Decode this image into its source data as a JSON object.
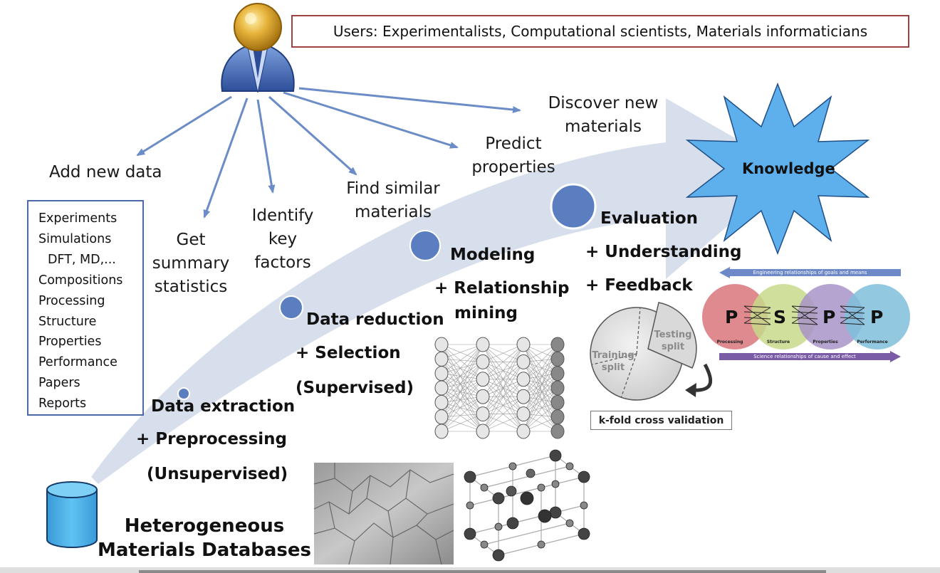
{
  "users_label": "Users: Experimentalists, Computational scientists, Materials informaticians",
  "knowledge": "Knowledge",
  "tasks": {
    "add_new_data": "Add new data",
    "summary_stats": [
      "Get",
      "summary",
      "statistics"
    ],
    "key_factors": [
      "Identify",
      "key",
      "factors"
    ],
    "similar_materials": [
      "Find similar",
      "materials"
    ],
    "predict_properties": [
      "Predict",
      "properties"
    ],
    "discover_materials": [
      "Discover new",
      "materials"
    ]
  },
  "data_sources": [
    "Experiments",
    "Simulations",
    "  DFT, MD,...",
    "Compositions",
    "Processing",
    "Structure",
    "Properties",
    "Performance",
    "Papers",
    "Reports"
  ],
  "stages": {
    "extraction": [
      "Data extraction",
      "+ Preprocessing",
      "(Unsupervised)"
    ],
    "reduction": [
      "Data reduction",
      "+ Selection",
      "(Supervised)"
    ],
    "modeling": [
      "Modeling",
      "+ Relationship",
      "mining"
    ],
    "evaluation": [
      "Evaluation",
      "+ Understanding",
      "+ Feedback"
    ]
  },
  "database": [
    "Heterogeneous",
    "Materials Databases"
  ],
  "cross_validation": {
    "testing": [
      "Testing",
      "split"
    ],
    "training": [
      "Training",
      "split"
    ],
    "label": "k-fold cross validation"
  },
  "pspp": {
    "top_arrow": "Engineering relationships of goals and means",
    "bottom_arrow": "Science relationships of cause and effect",
    "letters": [
      "P",
      "S",
      "P",
      "P"
    ],
    "labels": [
      "Processing",
      "Structure",
      "Properties",
      "Performance"
    ],
    "colors": [
      "#d9767a",
      "#c8d98a",
      "#a894c8",
      "#7fc0dc"
    ]
  },
  "colors": {
    "flow_arrow": "#d4dbea",
    "node": "#5b7ec0",
    "pointer_arrow": "#6b8cc6",
    "knowledge_star": "#5eb0ec",
    "users_border": "#a04040",
    "sources_border": "#4a6aa8"
  }
}
